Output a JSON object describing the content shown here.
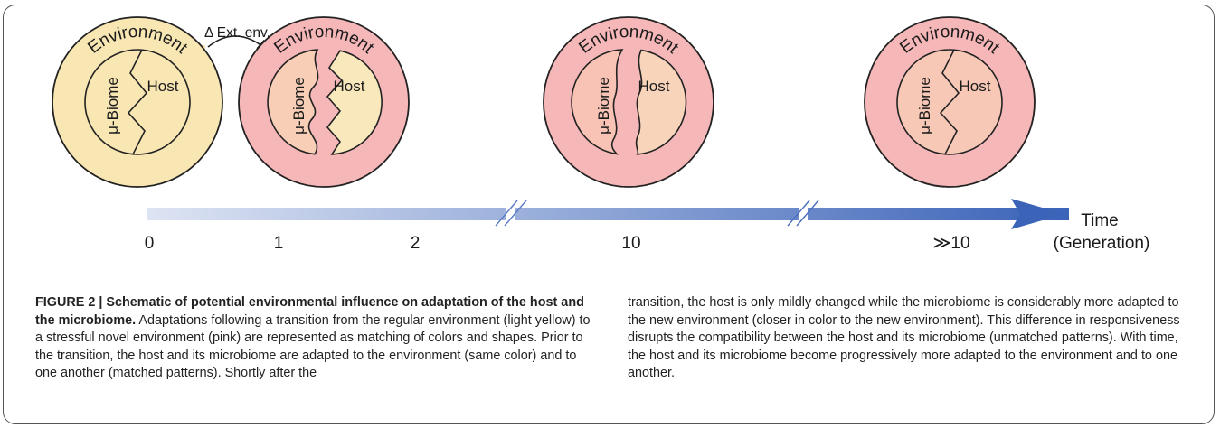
{
  "figure": {
    "circles": [
      {
        "env_label": "Environment",
        "biome_label": "μ-Biome",
        "host_label": "Host",
        "env_color": "#f8e6b3",
        "biome_color": "#f8e6b3",
        "host_color": "#f8e6b3",
        "matched": true
      },
      {
        "env_label": "Environment",
        "biome_label": "μ-Biome",
        "host_label": "Host",
        "env_color": "#f6b7b8",
        "biome_color": "#f8cfb6",
        "host_color": "#f8e8bc",
        "matched": false
      },
      {
        "env_label": "Environment",
        "biome_label": "μ-Biome",
        "host_label": "Host",
        "env_color": "#f6b7b8",
        "biome_color": "#f8c3b5",
        "host_color": "#f8d4bb",
        "matched": false
      },
      {
        "env_label": "Environment",
        "biome_label": "μ-Biome",
        "host_label": "Host",
        "env_color": "#f6b7b8",
        "biome_color": "#f8c8b7",
        "host_color": "#f8c8b7",
        "matched": true
      }
    ],
    "transition": {
      "label": "Δ Ext. env.",
      "from_color": "#f8e6b3",
      "to_color": "#f6b7b8"
    },
    "timeline": {
      "ticks": [
        "0",
        "1",
        "2",
        "10",
        "≫10"
      ],
      "axis_label_line1": "Time",
      "axis_label_line2": "(Generation)",
      "color_start": "#dde4f3",
      "color_end": "#3b63b8"
    }
  },
  "caption": {
    "figure_label": "FIGURE 2 | Schematic of potential environmental influence on adaptation of the host and the microbiome.",
    "text_left": "Adaptations following a transition from the regular environment (light yellow) to a stressful novel environment (pink) are represented as matching of colors and shapes. Prior to the transition, the host and its microbiome are adapted to the environment (same color) and to one another (matched patterns). Shortly after the",
    "text_right": "transition, the host is only mildly changed while the microbiome is considerably more adapted to the new environment (closer in color to the new environment). This difference in responsiveness disrupts the compatibility between the host and its microbiome (unmatched patterns). With time, the host and its microbiome become progressively more adapted to the environment and to one another."
  }
}
